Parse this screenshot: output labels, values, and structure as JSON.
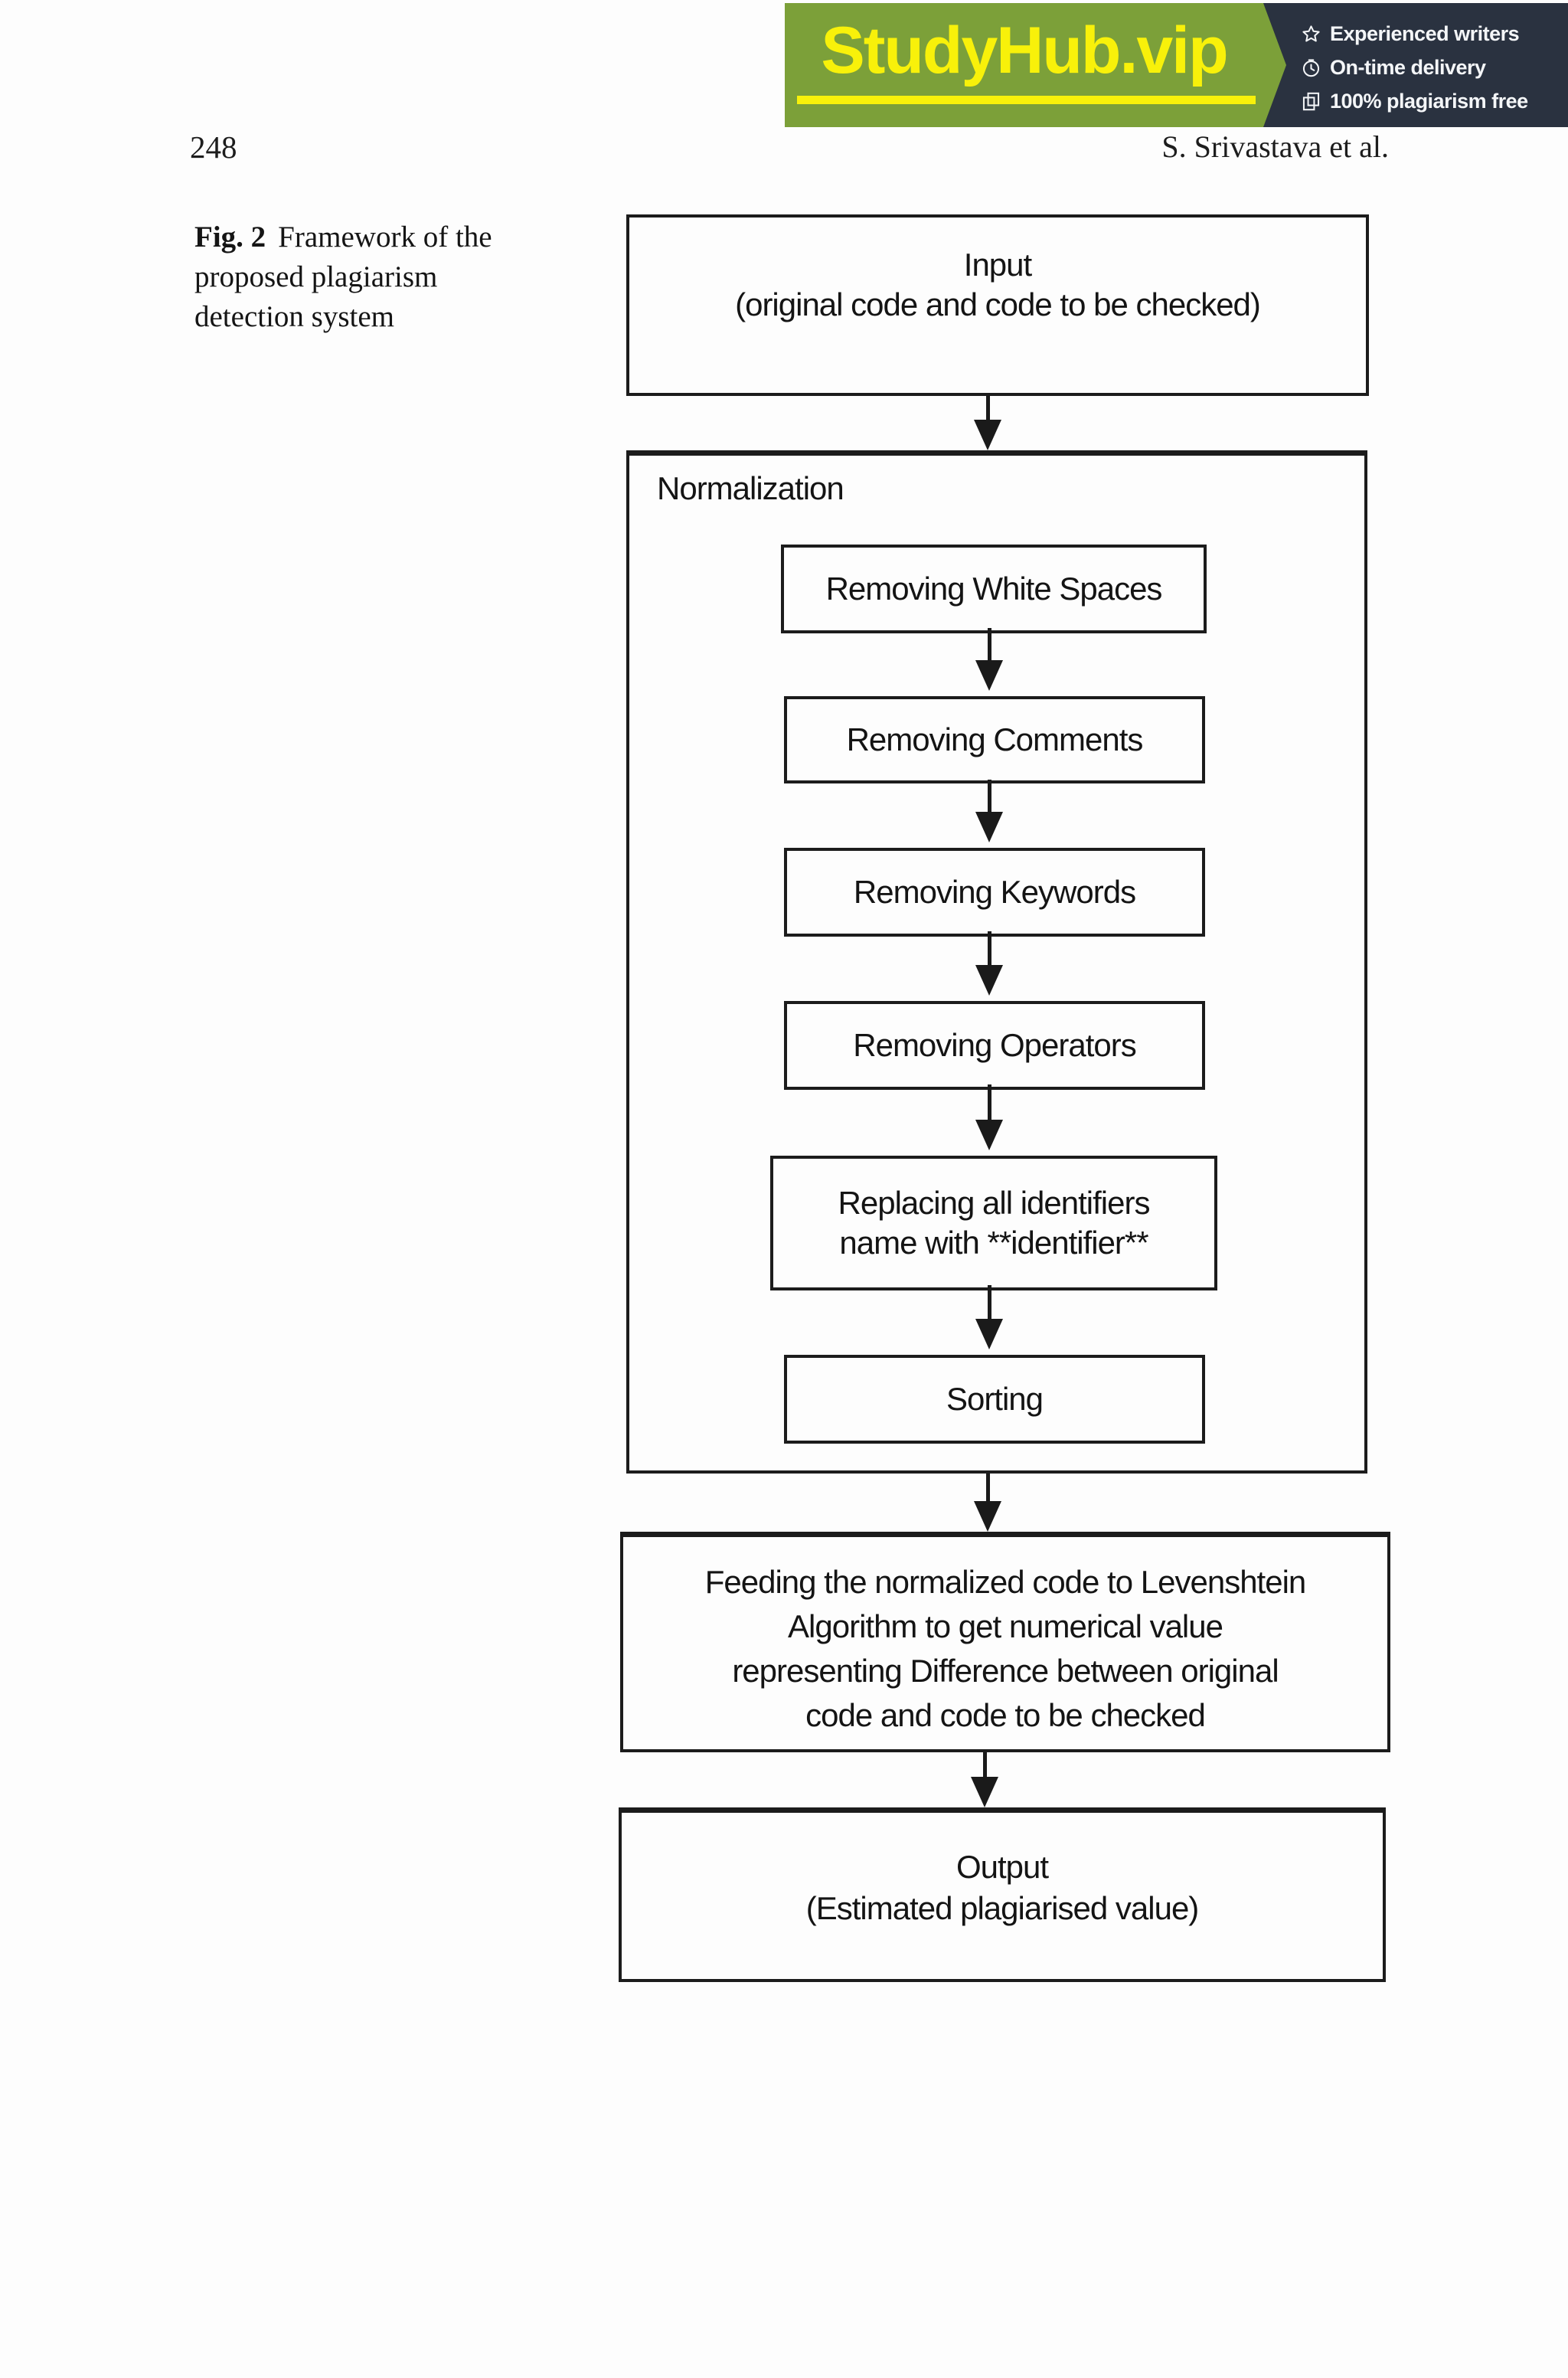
{
  "banner": {
    "brand": "StudyHub.vip",
    "features": [
      {
        "icon": "star-icon",
        "label": "Experienced writers"
      },
      {
        "icon": "clock-icon",
        "label": "On-time delivery"
      },
      {
        "icon": "copy-icon",
        "label": "100% plagiarism free"
      }
    ],
    "colors": {
      "green": "#7ca039",
      "yellow": "#f8f10a",
      "navy": "#2a3240"
    }
  },
  "header": {
    "page_number": "248",
    "running_head": "S. Srivastava et al."
  },
  "figure_caption": {
    "label": "Fig. 2",
    "text": "Framework of the proposed plagiarism detection system"
  },
  "flowchart": {
    "input_box": {
      "line1": "Input",
      "line2": "(original code and code to be checked)"
    },
    "normalization": {
      "label": "Normalization",
      "steps": [
        {
          "line1": "Removing White Spaces"
        },
        {
          "line1": "Removing Comments"
        },
        {
          "line1": "Removing Keywords"
        },
        {
          "line1": "Removing Operators"
        },
        {
          "line1": "Replacing all identifiers",
          "line2": "name with **identifier**"
        },
        {
          "line1": "Sorting"
        }
      ]
    },
    "levenshtein_box": {
      "lines": [
        "Feeding the normalized code to Levenshtein",
        "Algorithm  to get numerical value",
        "representing  Difference between original",
        "code  and code to be checked"
      ]
    },
    "output_box": {
      "line1": "Output",
      "line2": "(Estimated plagiarised value)"
    }
  }
}
